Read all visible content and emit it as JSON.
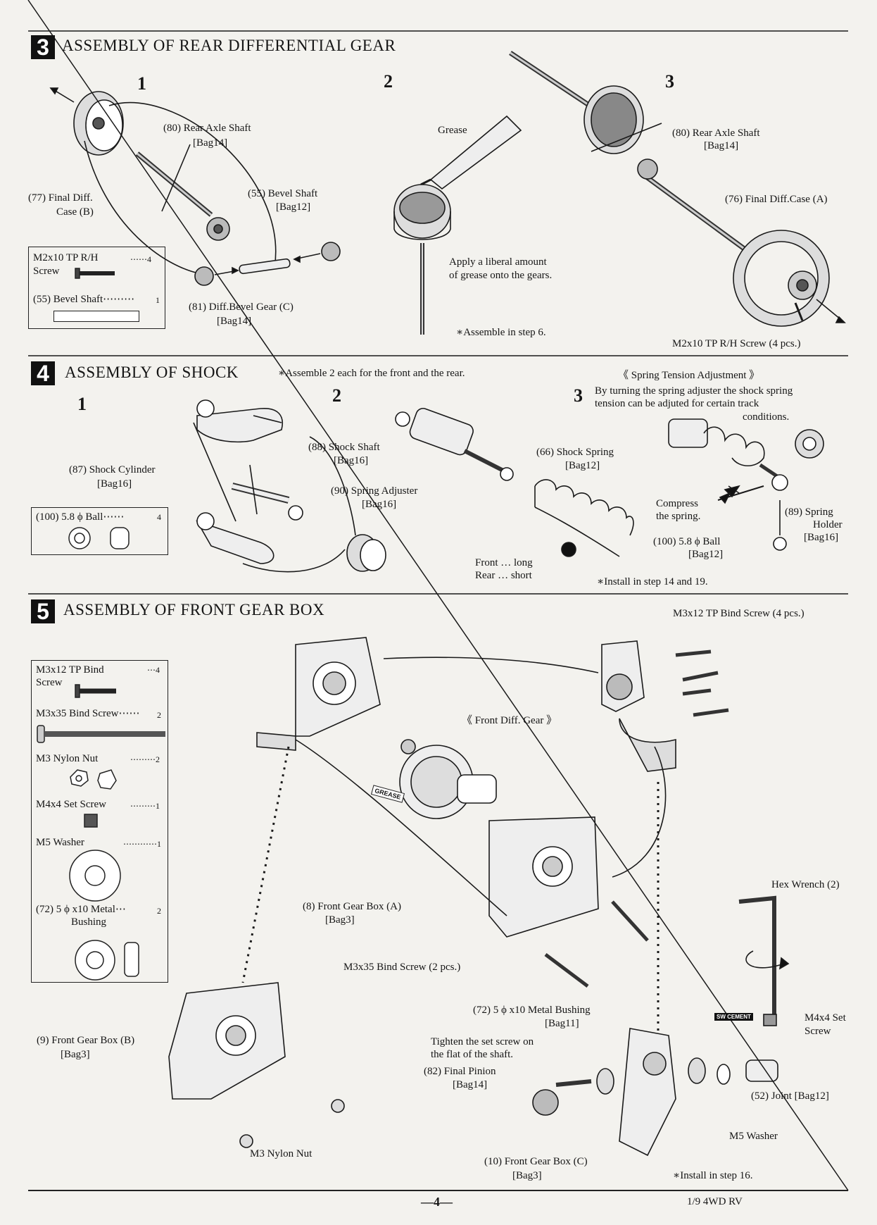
{
  "sections": [
    {
      "number": "3",
      "title": "ASSEMBLY OF REAR DIFFERENTIAL GEAR",
      "steps": [
        "1",
        "2",
        "3"
      ],
      "labels": {
        "rear_axle_shaft_1": "(80)  Rear Axle Shaft",
        "rear_axle_shaft_1_bag": "[Bag14]",
        "final_diff_case_b_1": "(77)  Final Diff.",
        "final_diff_case_b_2": "Case  (B)",
        "bevel_shaft": "(55)  Bevel Shaft",
        "bevel_shaft_bag": "[Bag12]",
        "diff_bevel_gear": "(81)  Diff.Bevel Gear  (C)",
        "diff_bevel_gear_bag": "[Bag14]",
        "grease": "Grease",
        "apply_grease_1": "Apply a liberal amount",
        "apply_grease_2": "of grease onto the gears.",
        "assemble_step6": "∗Assemble in step 6.",
        "rear_axle_shaft_3": "(80)  Rear Axle Shaft",
        "rear_axle_shaft_3_bag": "[Bag14]",
        "final_diff_case_a": "(76)  Final Diff.Case  (A)",
        "screw_callout": "M2x10 TP R/H Screw  (4 pcs.)"
      },
      "parts_box": {
        "items": [
          {
            "name_line1": "M2x10 TP R/H",
            "name_line2": "Screw",
            "qty": "⋯⋯4"
          },
          {
            "name_line1": "(55)  Bevel Shaft⋯⋯⋯",
            "name_line2": "",
            "qty": "1"
          }
        ]
      }
    },
    {
      "number": "4",
      "title": "ASSEMBLY OF SHOCK",
      "note": "∗Assemble 2 each for the front and the rear.",
      "steps": [
        "1",
        "2",
        "3"
      ],
      "labels": {
        "shock_cylinder": "(87)  Shock Cylinder",
        "shock_cylinder_bag": "[Bag16]",
        "shock_shaft": "(88)  Shock Shaft",
        "shock_shaft_bag": "[Bag16]",
        "spring_adjuster": "(90)  Spring Adjuster",
        "spring_adjuster_bag": "[Bag16]",
        "shock_spring": "(66)  Shock Spring",
        "shock_spring_bag": "[Bag12]",
        "front_long": "Front … long",
        "rear_short": "Rear … short",
        "spring_tension_title": "《 Spring Tension Adjustment 》",
        "spring_tension_1": "By turning the spring adjuster the shock spring",
        "spring_tension_2": "tension can be adjuted for certain track",
        "spring_tension_3": "conditions.",
        "compress_1": "Compress",
        "compress_2": "the spring.",
        "spring_holder_num": "(89)  Spring",
        "spring_holder_name": "Holder",
        "spring_holder_bag": "[Bag16]",
        "ball": "(100)  5.8 ϕ  Ball",
        "ball_bag": "[Bag12]",
        "install_step": "∗Install in step 14 and 19."
      },
      "parts_box": {
        "items": [
          {
            "name_line1": "(100)  5.8 ϕ  Ball⋯⋯",
            "qty": "4"
          }
        ]
      }
    },
    {
      "number": "5",
      "title": "ASSEMBLY OF FRONT GEAR BOX",
      "labels": {
        "m3x12_callout": "M3x12 TP Bind Screw  (4 pcs.)",
        "front_diff_gear": "《 Front Diff. Gear 》",
        "grease_tag": "GREASE",
        "front_gear_box_a": "(8)  Front Gear Box  (A)",
        "front_gear_box_a_bag": "[Bag3]",
        "m3x35_callout": "M3x35 Bind Screw  (2 pcs.)",
        "front_gear_box_b": "(9)  Front Gear Box (B)",
        "front_gear_box_b_bag": "[Bag3]",
        "metal_bushing": "(72)  5 ϕ x10 Metal Bushing",
        "metal_bushing_bag": "[Bag11]",
        "tighten_1": "Tighten the set screw on",
        "tighten_2": "the flat of the shaft.",
        "final_pinion": "(82)  Final Pinion",
        "final_pinion_bag": "[Bag14]",
        "hex_wrench": "Hex Wrench  (2)",
        "sw_cement": "SW CEMENT",
        "m4x4_set_1": "M4x4 Set",
        "m4x4_set_2": "Screw",
        "joint": "(52)  Joint  [Bag12]",
        "m5_washer": "M5 Washer",
        "m3_nylon_nut": "M3 Nylon Nut",
        "front_gear_box_c": "(10)  Front Gear Box  (C)",
        "front_gear_box_c_bag": "[Bag3]",
        "install_step16": "∗Install in step 16."
      },
      "parts_box": {
        "items": [
          {
            "name_line1": "M3x12 TP Bind",
            "name_line2": "Screw",
            "qty": "⋯4"
          },
          {
            "name_line1": "M3x35 Bind Screw⋯⋯",
            "qty": "2"
          },
          {
            "name_line1": "M3 Nylon Nut",
            "qty": "⋯⋯⋯2"
          },
          {
            "name_line1": "M4x4 Set Screw",
            "qty": "⋯⋯⋯1"
          },
          {
            "name_line1": "M5 Washer",
            "qty": "⋯⋯⋯⋯1"
          },
          {
            "name_line1": "(72)  5 ϕ x10 Metal⋯",
            "name_line2": "Bushing",
            "qty": "2"
          }
        ]
      }
    }
  ],
  "footer": {
    "page_number": "—4—",
    "model": "1/9  4WD RV"
  }
}
